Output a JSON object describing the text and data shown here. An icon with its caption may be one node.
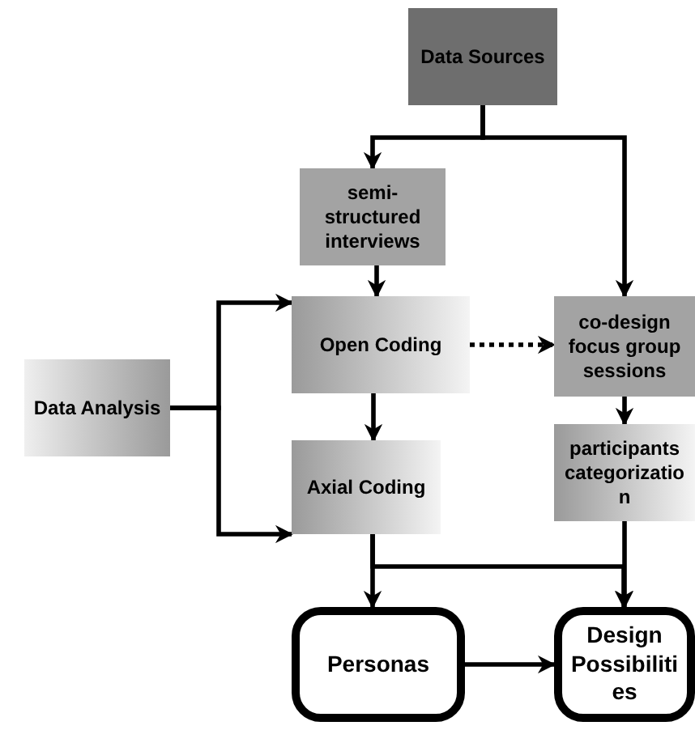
{
  "diagram": {
    "nodes": [
      {
        "text": [
          "Data Sources"
        ]
      },
      {
        "text": [
          "semi-structured interviews"
        ]
      },
      {
        "text": [
          "Open Coding"
        ]
      },
      {
        "text": [
          "co-design focus group sessions"
        ]
      },
      {
        "text": [
          "Data Analysis"
        ]
      },
      {
        "text": [
          "Axial Coding"
        ]
      },
      {
        "text": [
          "participants categorization"
        ]
      },
      {
        "text": [
          "Personas"
        ]
      },
      {
        "text": [
          "Design Possibilities"
        ]
      }
    ],
    "edges": [
      {
        "from": 0,
        "to": 1,
        "arrow": "to"
      },
      {
        "from": 0,
        "to": 3,
        "arrow": "to"
      },
      {
        "from": 1,
        "to": 2,
        "arrow": "to"
      },
      {
        "from": 2,
        "to": 3,
        "arrow": "to",
        "style": "dashed"
      },
      {
        "from": 4,
        "to": 2,
        "arrow": "to"
      },
      {
        "from": 4,
        "to": 5,
        "arrow": "to"
      },
      {
        "from": 2,
        "to": 5,
        "arrow": "to"
      },
      {
        "from": 3,
        "to": 6,
        "arrow": "to"
      },
      {
        "from": 5,
        "to": 7,
        "arrow": "to"
      },
      {
        "from": 5,
        "to": 8,
        "arrow": "to"
      },
      {
        "from": 6,
        "to": 8,
        "arrow": "to"
      },
      {
        "from": 7,
        "to": 8,
        "arrow": "to"
      }
    ]
  }
}
